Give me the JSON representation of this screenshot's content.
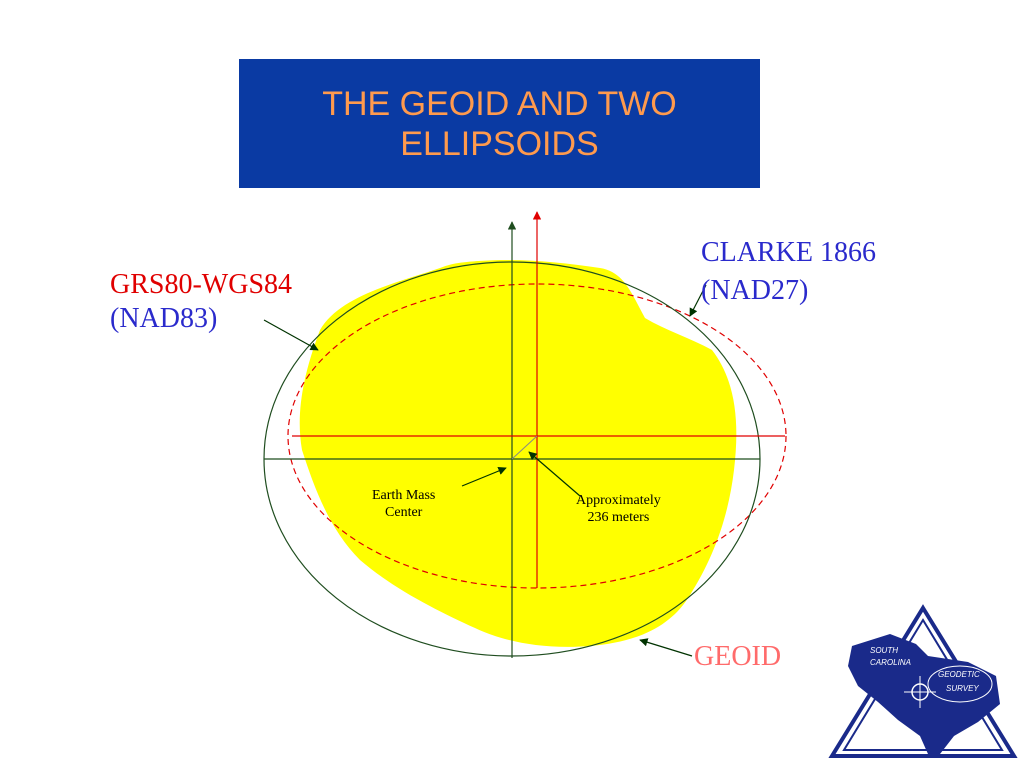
{
  "slide": {
    "title_line1": "THE GEOID AND TWO",
    "title_line2": "ELLIPSOIDS"
  },
  "labels": {
    "grs80_name": "GRS80-WGS84",
    "grs80_datum": "(NAD83)",
    "clarke_name": "CLARKE 1866",
    "clarke_datum": "(NAD27)",
    "geoid": "GEOID",
    "earth_mass_line1": "Earth Mass",
    "earth_mass_line2": "Center",
    "offset_line1": "Approximately",
    "offset_line2": "236 meters"
  },
  "logo": {
    "line1": "SOUTH",
    "line2": "CAROLINA",
    "line3": "GEODETIC",
    "line4": "SURVEY"
  },
  "colors": {
    "title_bg": "#0a3aa3",
    "title_text": "#ff9a4d",
    "geoid_fill": "#ffff00",
    "grs80_ellipse": "#1f4d1f",
    "clarke_ellipse": "#e00000",
    "label_blue": "#2a2acc",
    "logo_blue": "#1a2a8a"
  }
}
